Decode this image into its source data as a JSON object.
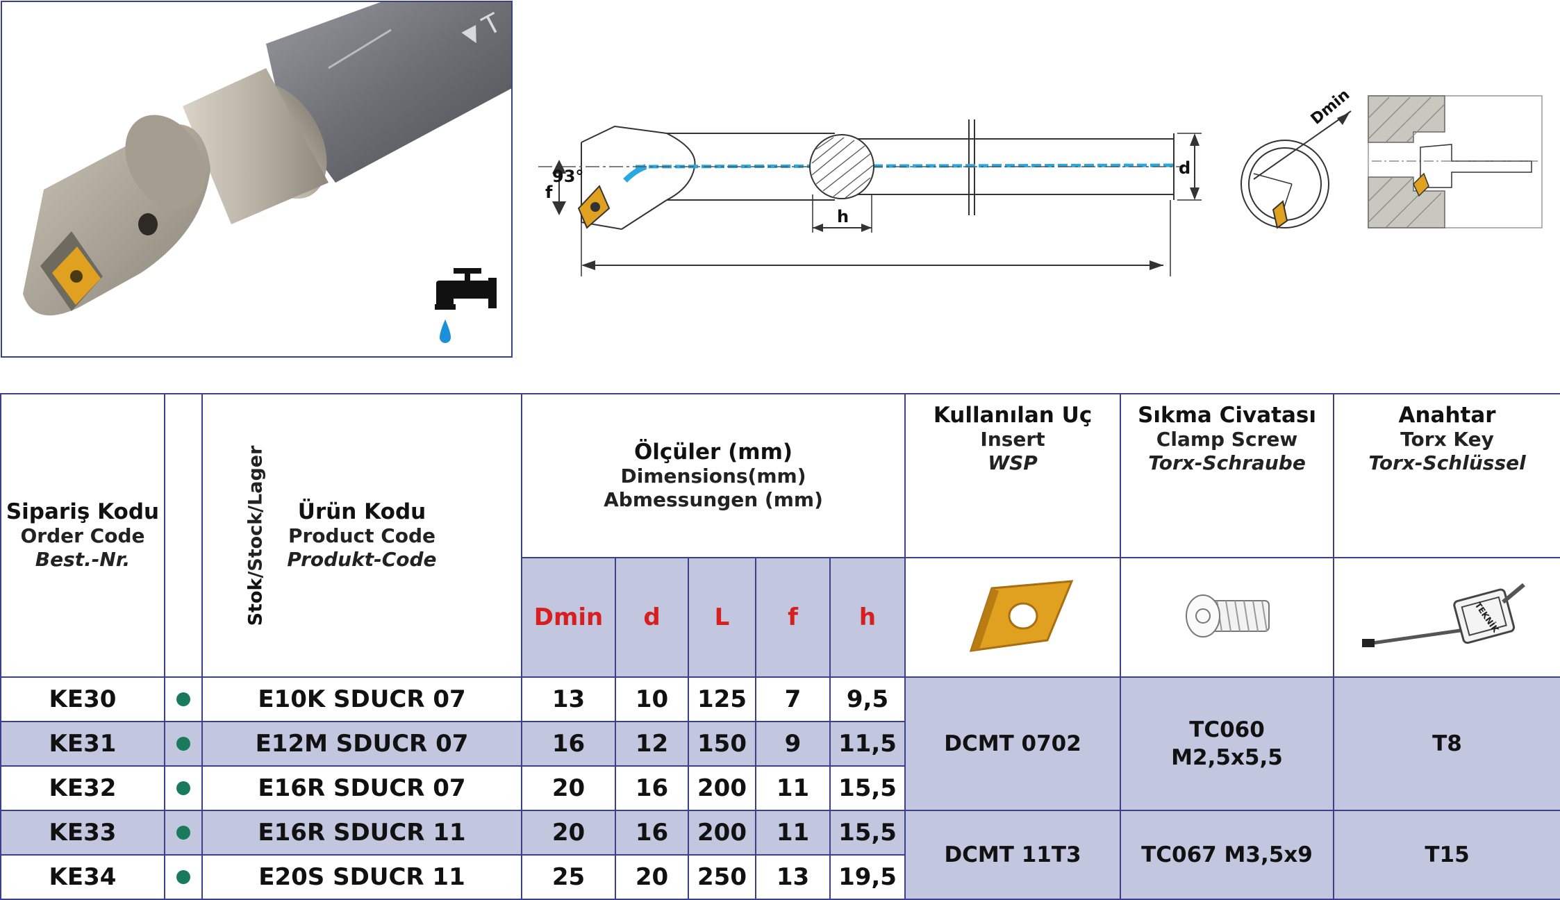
{
  "header": {
    "order_code": {
      "tr": "Sipariş Kodu",
      "en": "Order Code",
      "de": "Best.-Nr."
    },
    "stock": {
      "tr": "Stok",
      "rest": "/Stock/Lager"
    },
    "product_code": {
      "tr": "Ürün Kodu",
      "en": "Product Code",
      "de": "Produkt-Code"
    },
    "dimensions": {
      "tr": "Ölçüler (mm)",
      "en": "Dimensions(mm)",
      "de": "Abmessungen (mm)"
    },
    "insert": {
      "tr": "Kullanılan Uç",
      "en": "Insert",
      "de": "WSP"
    },
    "clamp_screw": {
      "tr": "Sıkma Civatası",
      "en": "Clamp Screw",
      "de": "Torx-Schraube"
    },
    "key": {
      "tr": "Anahtar",
      "en": "Torx Key",
      "de": "Torx-Schlüssel"
    },
    "dim_cols": [
      "Dmin",
      "d",
      "L",
      "f",
      "h"
    ]
  },
  "rows": [
    {
      "order": "KE30",
      "product": "E10K SDUCR 07",
      "dims": [
        "13",
        "10",
        "125",
        "7",
        "9,5"
      ]
    },
    {
      "order": "KE31",
      "product": "E12M SDUCR 07",
      "dims": [
        "16",
        "12",
        "150",
        "9",
        "11,5"
      ]
    },
    {
      "order": "KE32",
      "product": "E16R SDUCR 07",
      "dims": [
        "20",
        "16",
        "200",
        "11",
        "15,5"
      ]
    },
    {
      "order": "KE33",
      "product": "E16R SDUCR 11",
      "dims": [
        "20",
        "16",
        "200",
        "11",
        "15,5"
      ]
    },
    {
      "order": "KE34",
      "product": "E20S SDUCR 11",
      "dims": [
        "25",
        "20",
        "250",
        "13",
        "19,5"
      ]
    }
  ],
  "groups": [
    {
      "insert": "DCMT 0702",
      "screw_line1": "TC060",
      "screw_line2": "M2,5x5,5",
      "key": "T8"
    },
    {
      "insert": "DCMT 11T3",
      "screw_line1": "TC067 M3,5x9",
      "screw_line2": "",
      "key": "T15"
    }
  ],
  "drawing": {
    "angle": "93°",
    "f": "f",
    "h": "h",
    "d": "d",
    "dmin": "Dmin"
  },
  "key_brand": "TEKNİK",
  "colors": {
    "border": "#3b3f8c",
    "shade": "#c3c6df",
    "dim_header": "#d61f1f",
    "stock_dot": "#1a7a5c",
    "insert": "#e0a020",
    "coolant": "#2aa8e0"
  },
  "icons": [
    "coolant-tap-icon",
    "insert-icon",
    "clamp-screw-icon",
    "torx-key-icon"
  ]
}
